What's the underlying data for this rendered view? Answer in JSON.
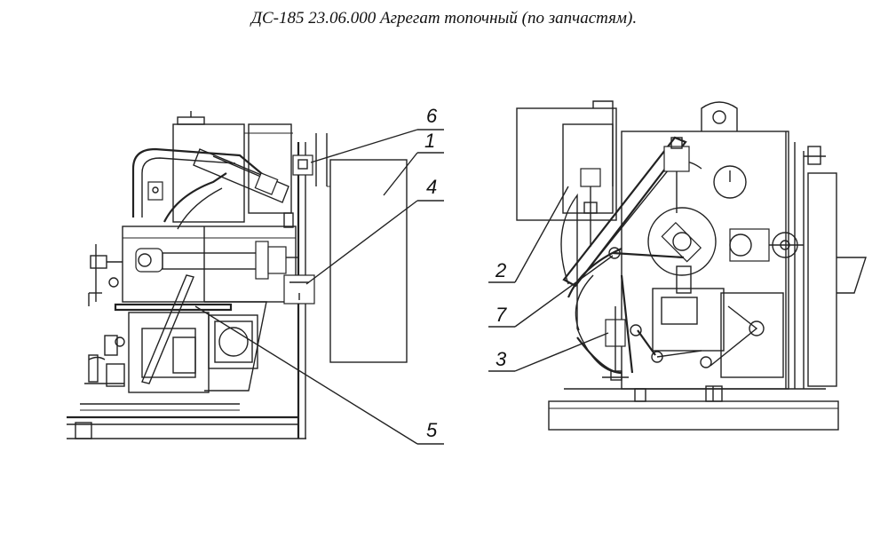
{
  "title": "ДС-185 23.06.000 Агрегат топочный (по запчастям).",
  "callouts": {
    "c1": "1",
    "c2": "2",
    "c3": "3",
    "c4": "4",
    "c5": "5",
    "c6": "6",
    "c7": "7"
  }
}
